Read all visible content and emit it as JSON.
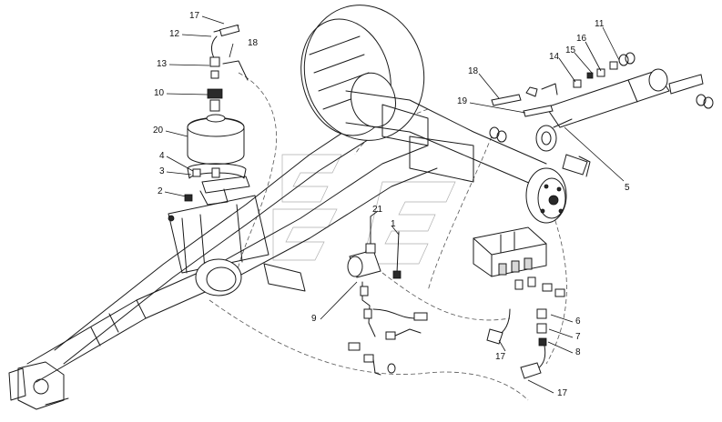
{
  "diagram": {
    "part_labels": {
      "p17a": "17",
      "p12": "12",
      "p18a": "18",
      "p13": "13",
      "p10": "10",
      "p20": "20",
      "p4": "4",
      "p3": "3",
      "p2": "2",
      "p11": "11",
      "p16": "16",
      "p15": "15",
      "p14": "14",
      "p18b": "18",
      "p19": "19",
      "p5": "5",
      "p21": "21",
      "p1": "1",
      "p9": "9",
      "p6": "6",
      "p7": "7",
      "p8": "8",
      "p17b": "17",
      "p17c": "17"
    },
    "watermark_letters": "SE",
    "colors": {
      "line": "#1a1a1a",
      "background": "#ffffff",
      "shade": "#d8d8d8"
    }
  }
}
